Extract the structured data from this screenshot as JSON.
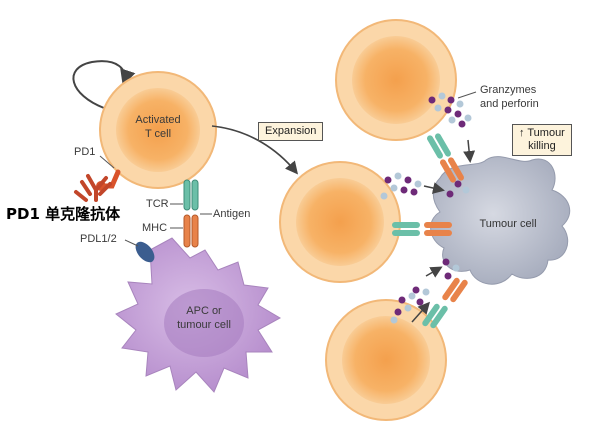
{
  "labels": {
    "activated_t_cell_line1": "Activated",
    "activated_t_cell_line2": "T cell",
    "pd1": "PD1",
    "pd1_antibody": "PD1 单克隆抗体",
    "tcr": "TCR",
    "antigen": "Antigen",
    "mhc": "MHC",
    "pdl": "PDL1/2",
    "apc_line1": "APC or",
    "apc_line2": "tumour cell",
    "expansion": "Expansion",
    "granzymes_line1": "Granzymes",
    "granzymes_line2": "and perforin",
    "tumour_killing_line1": "↑ Tumour",
    "tumour_killing_line2": "killing",
    "tumour_cell": "Tumour cell"
  },
  "colors": {
    "t_cell_outer": "#f5c48c",
    "t_cell_inner": "#f7ab5e",
    "apc": "#c9a6d9",
    "tumour": "#b7bccb",
    "tcr": "#6bbfa8",
    "mhc": "#e8834a",
    "pd1": "#d9532b",
    "antibody": "#c2462a",
    "pdl": "#3b5d8f",
    "label_box": "#fdf3dc"
  }
}
